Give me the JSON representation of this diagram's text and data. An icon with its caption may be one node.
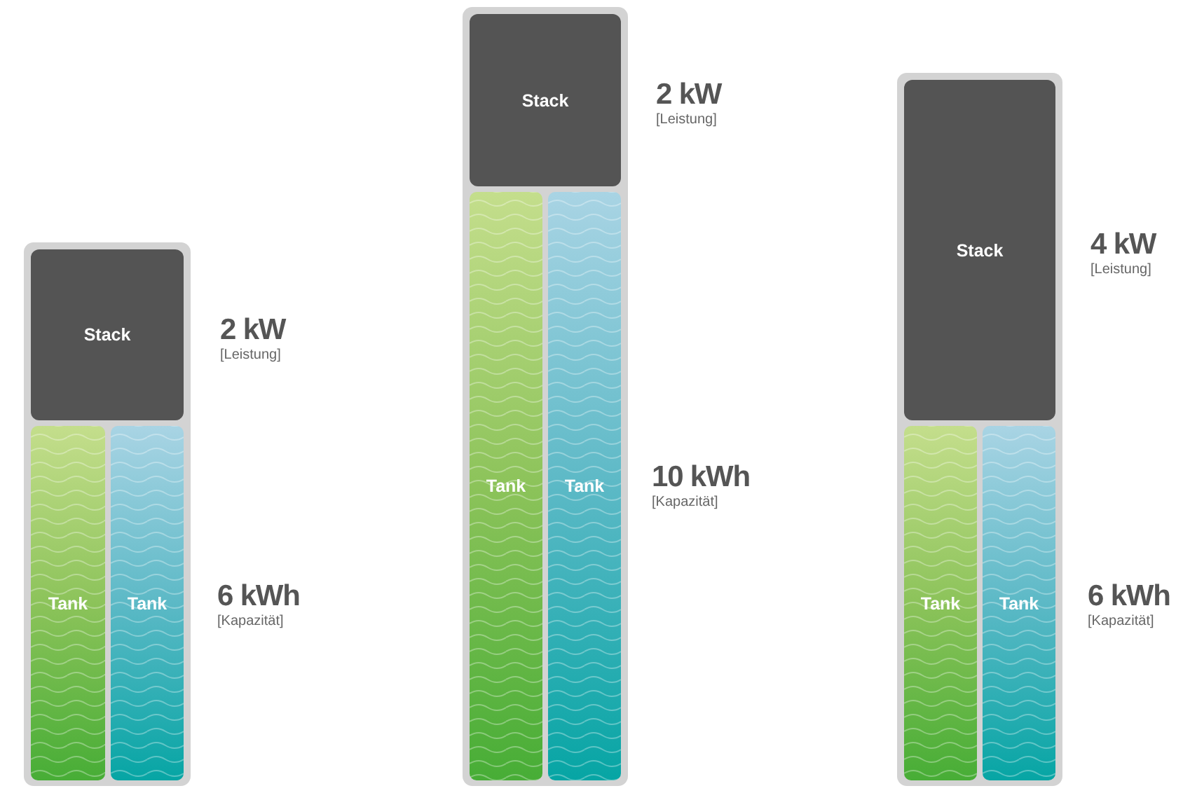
{
  "diagram": {
    "nodes": [
      {
        "text": [],
        "shape": "box"
      },
      {
        "text": [
          "Stack"
        ],
        "in": 0,
        "beside": [
          "2 kW",
          "[Leistung]"
        ]
      },
      {
        "text": [
          "Tank"
        ],
        "in": 0
      },
      {
        "text": [
          "Tank"
        ],
        "in": 0,
        "beside": [
          "6 kWh",
          "[Kapazität]"
        ]
      },
      {
        "text": [],
        "shape": "box"
      },
      {
        "text": [
          "Stack"
        ],
        "in": 4,
        "beside": [
          "2 kW",
          "[Leistung]"
        ]
      },
      {
        "text": [
          "Tank"
        ],
        "in": 4
      },
      {
        "text": [
          "Tank"
        ],
        "in": 4,
        "beside": [
          "10 kWh",
          "[Kapazität]"
        ]
      },
      {
        "text": [],
        "shape": "box"
      },
      {
        "text": [
          "Stack"
        ],
        "in": 8,
        "beside": [
          "4 kW",
          "[Leistung]"
        ]
      },
      {
        "text": [
          "Tank"
        ],
        "in": 8
      },
      {
        "text": [
          "Tank"
        ],
        "in": 8,
        "beside": [
          "6 kWh",
          "[Kapazität]"
        ]
      }
    ]
  }
}
